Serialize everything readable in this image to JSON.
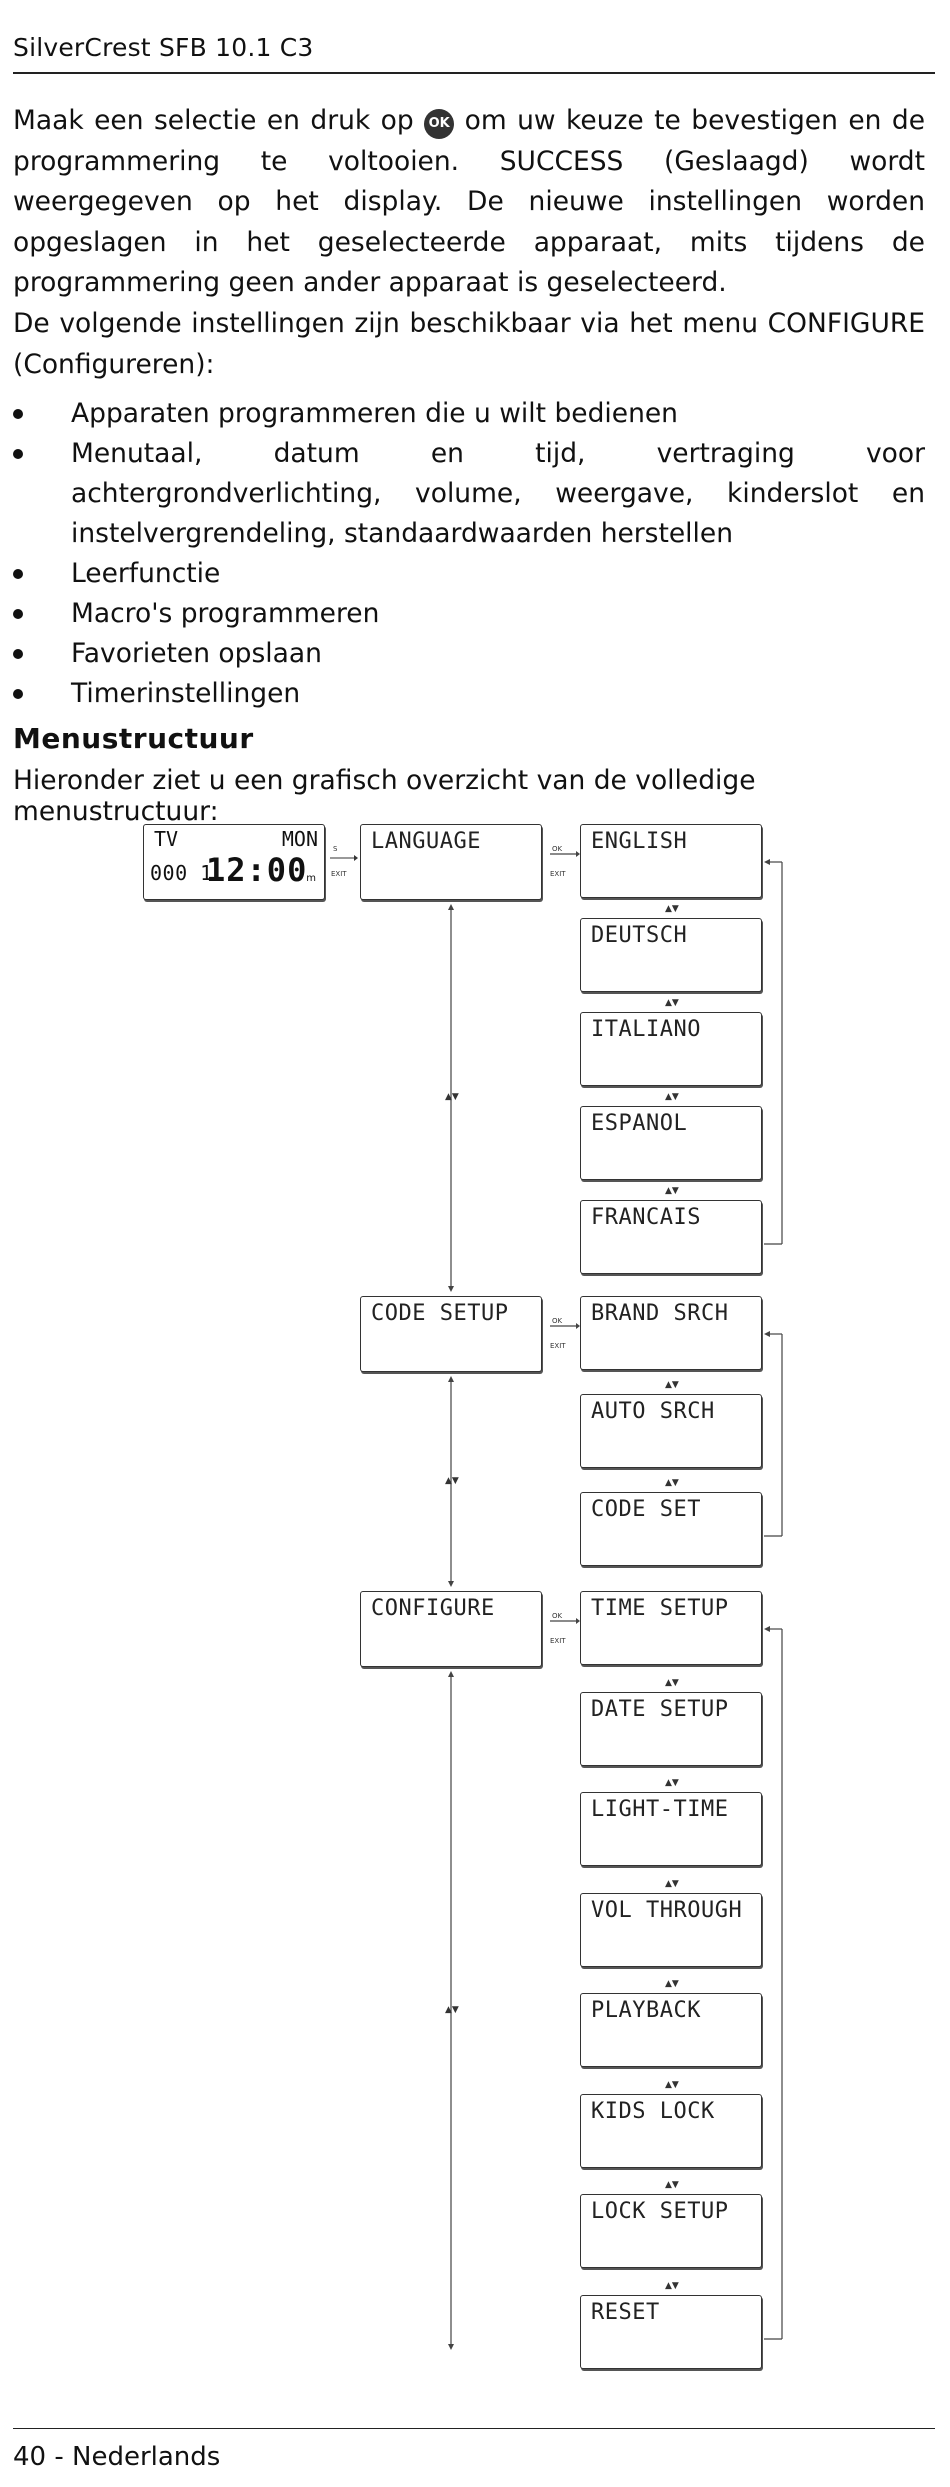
{
  "header": {
    "title": "SilverCrest SFB 10.1 C3"
  },
  "body": {
    "p1_before": "Maak een selectie en druk op ",
    "ok_icon_label": "OK",
    "p1_after": " om uw keuze te bevestigen en de programmering te voltooien. SUCCESS (Geslaagd) wordt weergegeven op het display. De nieuwe instellingen worden opgeslagen in het geselecteerde apparaat, mits tijdens de programmering geen ander apparaat is geselecteerd.",
    "p2": "De volgende instellingen zijn beschikbaar via het menu CONFIGURE (Configureren):",
    "bullets": [
      "Apparaten programmeren die u wilt bedienen",
      "Menutaal, datum en tijd, vertraging voor achtergrondverlichting, volume, weergave, kinderslot en instelvergrendeling, standaardwaarden herstellen",
      "Leerfunctie",
      "Macro's programmeren",
      "Favorieten opslaan",
      "Timerinstellingen"
    ],
    "section_title": "Menustructuur",
    "intro": "Hieronder ziet u een grafisch overzicht van de volledige menustructuur:"
  },
  "diagram": {
    "lcd": {
      "mode": "TV",
      "day": "MON",
      "code": "000 1",
      "time": "12:00",
      "sub": "m"
    },
    "nav": {
      "ok": "OK",
      "exit": "EXIT",
      "s": "S"
    },
    "updown": "▲▼",
    "menus": [
      {
        "label": "LANGUAGE",
        "items": [
          "ENGLISH",
          "DEUTSCH",
          "ITALIANO",
          "ESPANOL",
          "FRANCAIS"
        ]
      },
      {
        "label": "CODE SETUP",
        "items": [
          "BRAND SRCH",
          "AUTO SRCH",
          "CODE SET"
        ]
      },
      {
        "label": "CONFIGURE",
        "items": [
          "TIME SETUP",
          "DATE SETUP",
          "LIGHT-TIME",
          "VOL THROUGH",
          "PLAYBACK",
          "KIDS LOCK",
          "LOCK SETUP",
          "RESET"
        ]
      }
    ]
  },
  "footer": {
    "page": "40 - Nederlands"
  }
}
